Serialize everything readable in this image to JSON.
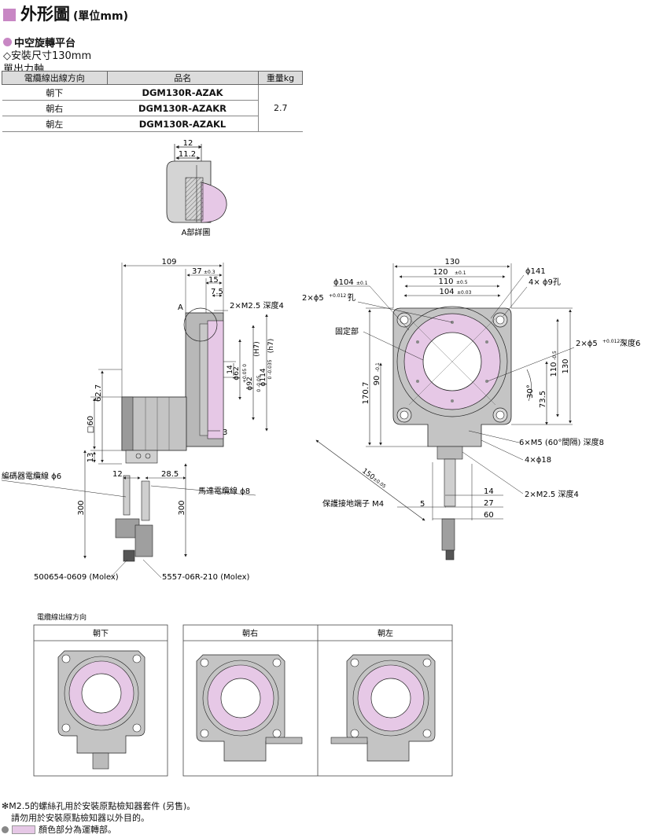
{
  "header": {
    "title": "外形圖",
    "unit": "(單位mm)",
    "product_type": "中空旋轉平台",
    "size": "◇安裝尺寸130mm",
    "shaft": "單出力軸"
  },
  "spec_table": {
    "headers": [
      "電纜線出線方向",
      "品名",
      "重量kg"
    ],
    "rows": [
      {
        "direction": "朝下",
        "model": "DGM130R-AZAK"
      },
      {
        "direction": "朝右",
        "model": "DGM130R-AZAKR"
      },
      {
        "direction": "朝左",
        "model": "DGM130R-AZAKL"
      }
    ],
    "weight": "2.7"
  },
  "detail_a": {
    "dim1": "12",
    "dim2": "11.2",
    "caption": "A部詳圖"
  },
  "side_view": {
    "d109": "109",
    "d37": "37",
    "d37_tol": "±0.3",
    "d15": "15",
    "d7_5": "7.5",
    "tap_m25": "2×M2.5 深度4",
    "label_a": "A",
    "d62_7": "62.7",
    "sq60": "□60",
    "d13": "13",
    "d12": "12",
    "d28_5": "28.5",
    "d3": "3",
    "d14": "14",
    "phi62": "ϕ62",
    "phi62_tol": "+0.05 0",
    "phi62_fit": "(H7)",
    "phi92": "ϕ92",
    "phi92_tol": "0 -0.05",
    "phi114": "ϕ114",
    "phi114_tol": "0 -0.035",
    "phi114_fit": "(h7)",
    "enc_cable": "編碼器電纜線 ϕ6",
    "motor_cable": "馬達電纜線 ϕ8",
    "len300a": "300",
    "len300b": "300",
    "conn1": "500654-0609 (Molex)",
    "conn2": "5557-06R-210 (Molex)"
  },
  "front_view": {
    "d130": "130",
    "d120": "120",
    "d120_tol": "±0.1",
    "d110": "110",
    "d110_tol": "±0.5",
    "d104": "104",
    "d104_tol": "±0.03",
    "phi104": "ϕ104",
    "phi104_tol": "±0.1",
    "pin_holes": "2×ϕ5",
    "pin_tol": "+0.012 0",
    "pin_suffix": "孔",
    "phi141": "ϕ141",
    "holes4": "4× ϕ9孔",
    "fixed": "固定部",
    "pin_depth": "2×ϕ5",
    "pin_depth_tol": "+0.012 0",
    "pin_depth_suffix": "深度6",
    "d170_7": "170.7",
    "d90": "90",
    "d90_tol": "-0.1",
    "d110v": "110",
    "d110v_tol": "-0.5",
    "d130v": "130",
    "angle30": "30°",
    "d73_5": "73.5",
    "m5": "6×M5 (60°間隔) 深度8",
    "phi18": "4×ϕ18",
    "d150": "150",
    "d150_tol": "±0.05",
    "d14": "14",
    "d27": "27",
    "d60": "60",
    "d5": "5",
    "ground": "保護接地端子 M4",
    "tap": "2×M2.5 深度4"
  },
  "cable_direction": {
    "title": "電纜線出線方向",
    "panels": [
      "朝下",
      "朝右",
      "朝左"
    ]
  },
  "notes": {
    "note1": "✻M2.5的螺絲孔用於安裝原點檢知器套件 (另售)。",
    "note2": "請勿用於安裝原點檢知器以外目的。",
    "legend": "顏色部分為運轉部。"
  },
  "colors": {
    "accent": "#c887c4",
    "pink": "#e6c8e6",
    "gray": "#b4b4b4"
  }
}
